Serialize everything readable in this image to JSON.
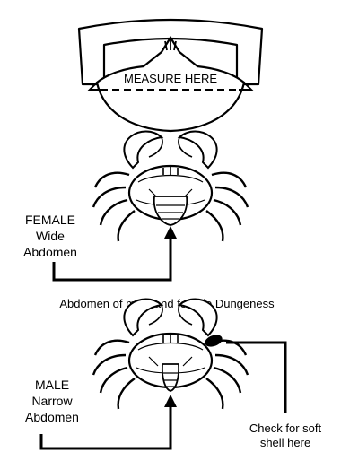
{
  "gauge": {
    "measure_label": "MEASURE HERE"
  },
  "female": {
    "line1": "FEMALE",
    "line2": "Wide",
    "line3": "Abdomen"
  },
  "caption": "Abdomen of male and female Dungeness",
  "male": {
    "line1": "MALE",
    "line2": "Narrow",
    "line3": "Abdomen"
  },
  "soft_shell": {
    "line1": "Check for soft",
    "line2": "shell here"
  },
  "colors": {
    "ink": "#000000",
    "paper": "#ffffff"
  }
}
